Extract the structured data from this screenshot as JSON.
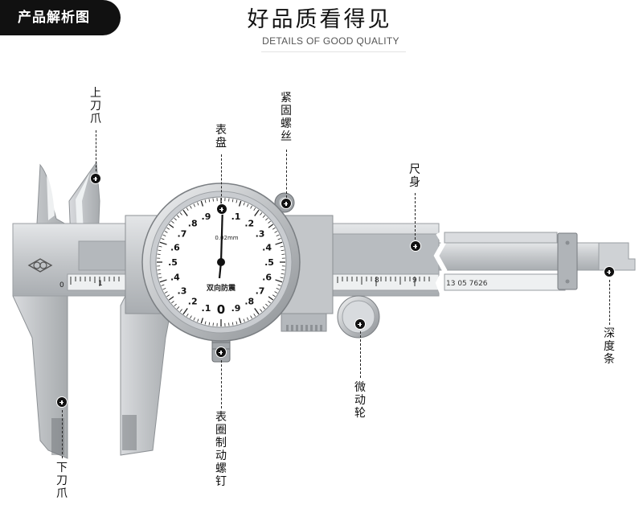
{
  "header": {
    "tag": "产品解析图",
    "title": "好品质看得见",
    "subtitle": "DETAILS OF GOOD QUALITY"
  },
  "callouts": {
    "upper_jaw": "上刀爪",
    "dial": "表盘",
    "locking_screw": "紧固螺丝",
    "ruler_body": "尺身",
    "depth_bar": "深度条",
    "fine_wheel": "微动轮",
    "bezel_screw": "表圈制动螺钉",
    "lower_jaw": "下刀爪"
  },
  "dial": {
    "numbers": [
      ".1",
      ".2",
      ".3",
      ".4",
      ".5",
      ".6",
      ".7",
      ".8",
      ".9",
      "0",
      ".1",
      ".2",
      ".3",
      ".4",
      ".5",
      ".6",
      ".7",
      ".8",
      ".9"
    ],
    "resolution": "0.02mm",
    "brand_text": "双向防震"
  },
  "scale": {
    "left_marks": [
      "0",
      "1"
    ],
    "right_marks": [
      "8",
      "9"
    ],
    "serial": "13 05   7626"
  },
  "colors": {
    "steel": "#c9cbcd",
    "steel_dark": "#9ea2a6",
    "ink": "#111111",
    "tag_bg": "#111111"
  }
}
